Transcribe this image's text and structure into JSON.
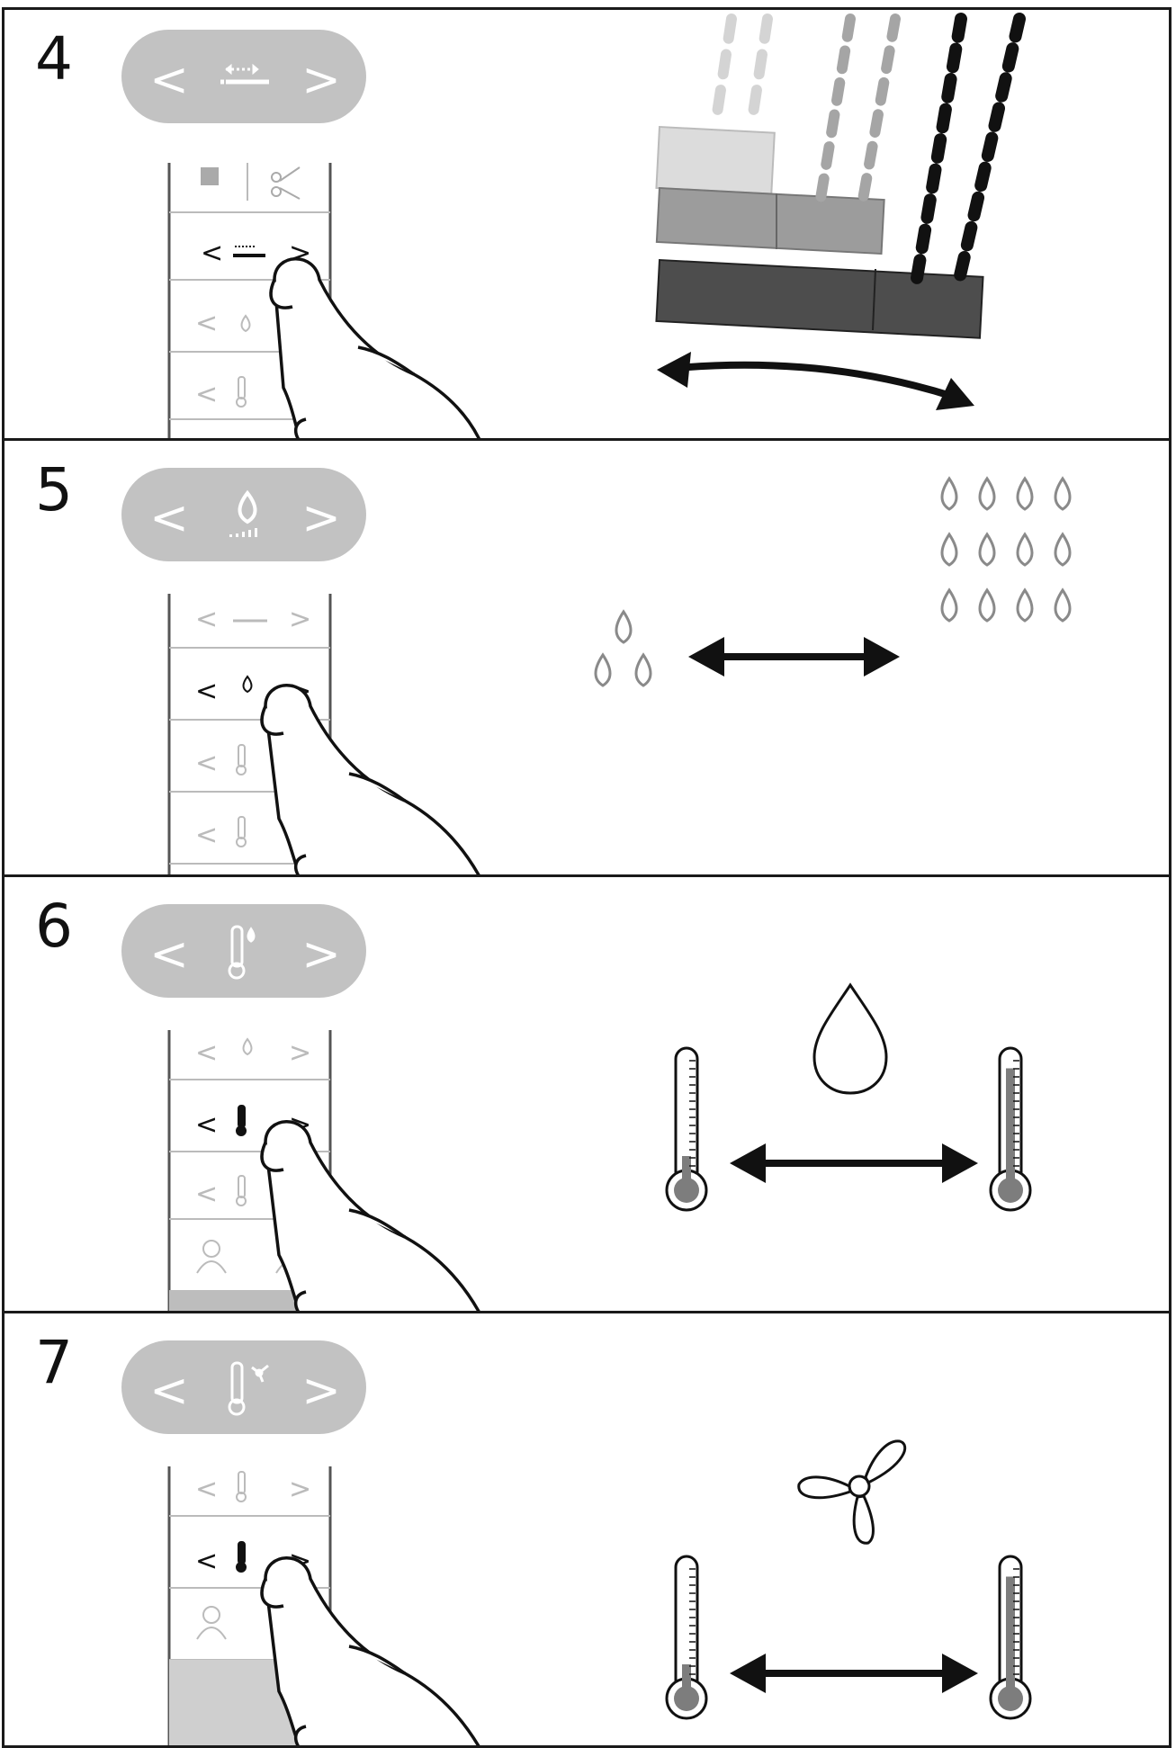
{
  "steps": [
    {
      "number": "4",
      "button_icon": "spray-width-icon",
      "illustration": "spray-width-arc"
    },
    {
      "number": "5",
      "button_icon": "water-drop-icon",
      "illustration": "water-quantity"
    },
    {
      "number": "6",
      "button_icon": "thermometer-drop-icon",
      "illustration": "water-temperature"
    },
    {
      "number": "7",
      "button_icon": "thermometer-fan-icon",
      "illustration": "dryer-temperature"
    }
  ],
  "button_glyphs": {
    "prev": "<",
    "next": ">"
  },
  "colors": {
    "pill": "#c2c2c2",
    "line": "#1a1a1a",
    "faint": "#b5b5b5",
    "mid": "#8a8a8a",
    "dark": "#4a4a4a",
    "panel_fill": "#cfcfcf"
  }
}
